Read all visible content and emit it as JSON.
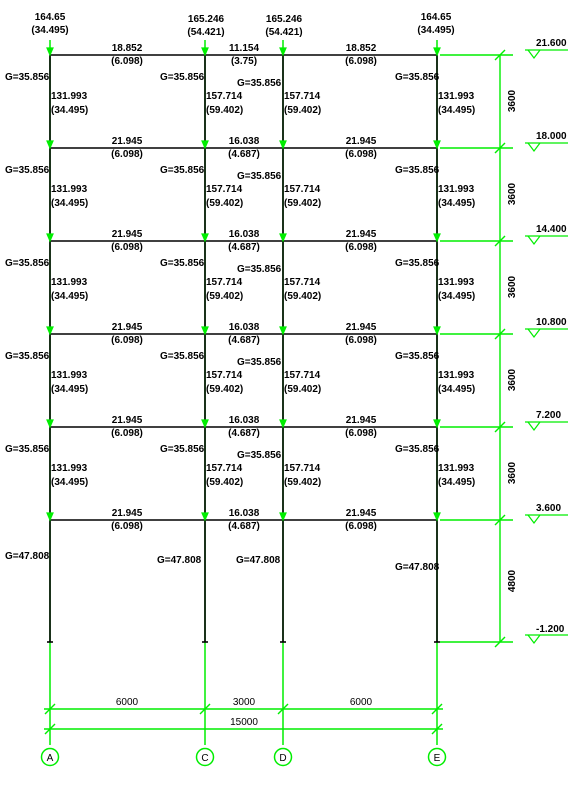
{
  "colors": {
    "grid_green": "#00ee00",
    "frame_black": "#000000",
    "background": "#ffffff"
  },
  "column_tops": [
    {
      "axis": "A",
      "value": "164.65",
      "sub": "(34.495)"
    },
    {
      "axis": "C",
      "value": "165.246",
      "sub": "(54.421)"
    },
    {
      "axis": "D",
      "value": "165.246",
      "sub": "(54.421)"
    },
    {
      "axis": "E",
      "value": "164.65",
      "sub": "(34.495)"
    }
  ],
  "top_beams": [
    {
      "value": "18.852",
      "sub": "(6.098)"
    },
    {
      "value": "11.154",
      "sub": "(3.75)"
    },
    {
      "value": "18.852",
      "sub": "(6.098)"
    }
  ],
  "beams": [
    {
      "value": "21.945",
      "sub": "(6.098)"
    },
    {
      "value": "16.038",
      "sub": "(4.687)"
    },
    {
      "value": "21.945",
      "sub": "(6.098)"
    }
  ],
  "upper_weight": "G=35.856",
  "ground_weight": "G=47.808",
  "column_forces": {
    "outer": {
      "value": "131.993",
      "sub": "(34.495)"
    },
    "inner": {
      "value": "157.714",
      "sub": "(59.402)"
    }
  },
  "storey_heights": [
    "3600",
    "3600",
    "3600",
    "3600",
    "3600",
    "4800"
  ],
  "elevations": [
    "21.600",
    "18.000",
    "14.400",
    "10.800",
    "7.200",
    "3.600",
    "-1.200"
  ],
  "bay_widths": [
    "6000",
    "3000",
    "6000"
  ],
  "total_width": "15000",
  "axes": [
    "A",
    "C",
    "D",
    "E"
  ]
}
